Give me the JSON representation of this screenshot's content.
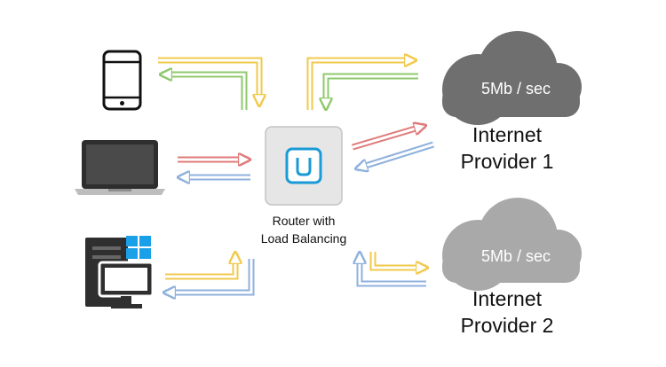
{
  "router": {
    "label_line1": "Router with",
    "label_line2": "Load Balancing"
  },
  "providers": [
    {
      "speed": "5Mb / sec",
      "name_line1": "Internet",
      "name_line2": "Provider 1"
    },
    {
      "speed": "5Mb / sec",
      "name_line1": "Internet",
      "name_line2": "Provider 2"
    }
  ],
  "devices": {
    "tablet": "tablet-icon",
    "laptop": "laptop-icon",
    "desktop": "desktop-pc-icon",
    "os_logo": "windows-logo-icon"
  },
  "colors": {
    "yellow": "#f2c94c",
    "green": "#8fc96b",
    "red": "#e07a7a",
    "blue": "#8fb1dd",
    "cloud_dark": "#6f6f6f",
    "cloud_light": "#a9a9a9",
    "router_fill": "#e6e6e6",
    "router_accent": "#1a9ad6"
  }
}
